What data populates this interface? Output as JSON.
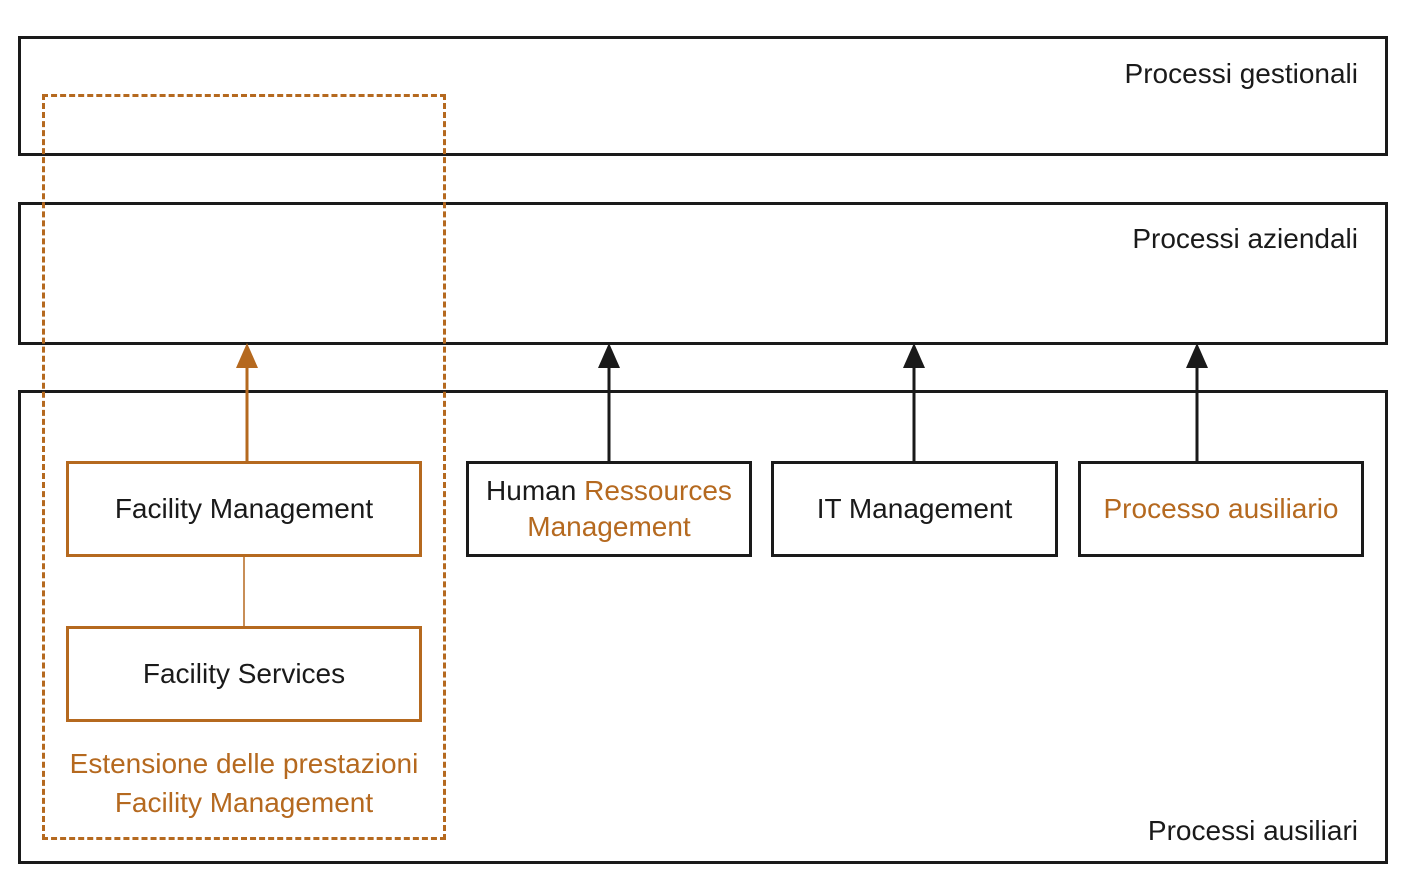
{
  "layers": {
    "management": {
      "label": "Processi gestionali"
    },
    "business": {
      "label": "Processi aziendali"
    },
    "support": {
      "label": "Processi ausiliari"
    }
  },
  "boxes": {
    "facility_management": {
      "label": "Facility Management"
    },
    "facility_services": {
      "label": "Facility Services"
    },
    "human_resources": {
      "label_part1": "Human ",
      "label_part2": "Ressources",
      "label_part3": "Management"
    },
    "it_management": {
      "label": "IT Management"
    },
    "auxiliary_process": {
      "label": "Processo ausiliario"
    }
  },
  "region": {
    "line1": "Estensione delle prestazioni",
    "line2": "Facility Management"
  },
  "colors": {
    "accent": "#b5691f",
    "dark": "#1a1a1a"
  }
}
